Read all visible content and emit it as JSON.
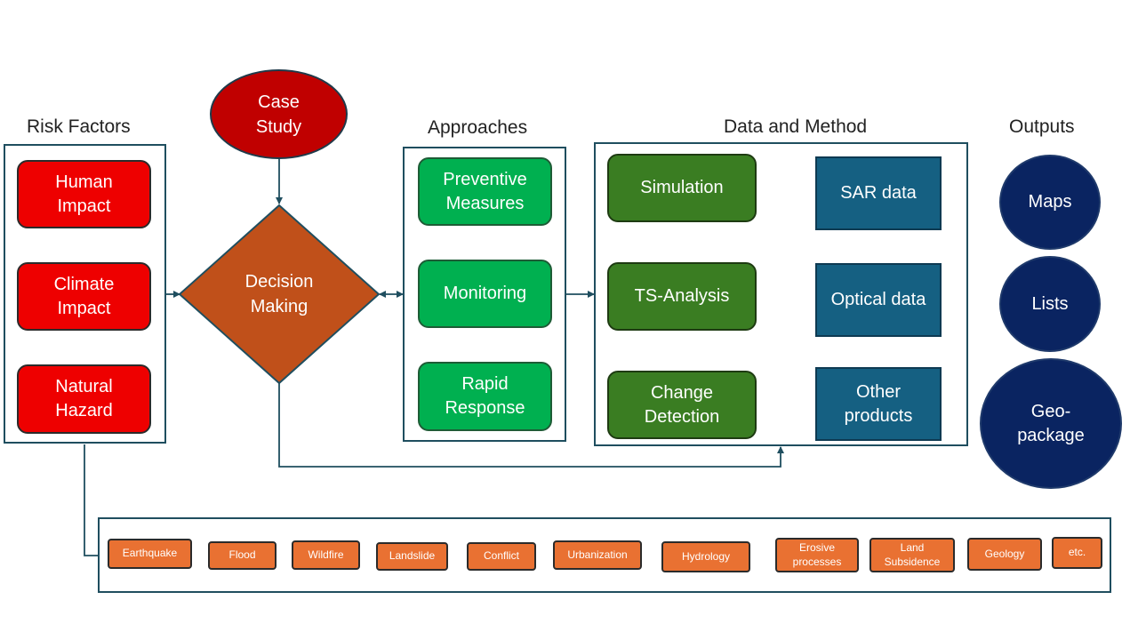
{
  "headings": {
    "risk_factors": "Risk Factors",
    "approaches": "Approaches",
    "data_and_method": "Data and Method",
    "outputs": "Outputs"
  },
  "case_study": "Case\nStudy",
  "decision_making": "Decision\nMaking",
  "risk_factors": [
    "Human\nImpact",
    "Climate\nImpact",
    "Natural\nHazard"
  ],
  "approaches": [
    "Preventive\nMeasures",
    "Monitoring",
    "Rapid\nResponse"
  ],
  "methods": [
    "Simulation",
    "TS-Analysis",
    "Change\nDetection"
  ],
  "data_sources": [
    "SAR data",
    "Optical data",
    "Other\nproducts"
  ],
  "outputs": [
    "Maps",
    "Lists",
    "Geo-\npackage"
  ],
  "hazard_types": [
    "Earthquake",
    "Flood",
    "Wildfire",
    "Landslide",
    "Conflict",
    "Urbanization",
    "Hydrology",
    "Erosive\nprocesses",
    "Land\nSubsidence",
    "Geology",
    "etc."
  ],
  "colors": {
    "risk_factor": "#ee0000",
    "case_study": "#c00000",
    "decision": "#c0501a",
    "approach": "#00b050",
    "method": "#3a7d22",
    "data_source": "#156082",
    "output": "#0a2461",
    "hazard": "#e97132",
    "connector": "#1f4e5f"
  }
}
